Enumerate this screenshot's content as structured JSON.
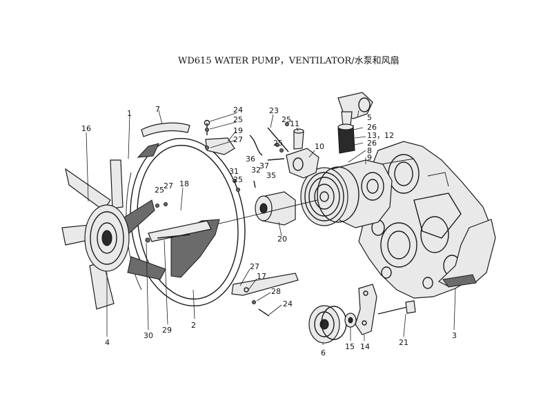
{
  "diagram": {
    "title": "WD615 WATER PUMP，VENTILATOR/水泵和风扇",
    "callouts": [
      {
        "id": "c1",
        "text": "1"
      },
      {
        "id": "c2",
        "text": "2"
      },
      {
        "id": "c3",
        "text": "3"
      },
      {
        "id": "c4",
        "text": "4"
      },
      {
        "id": "c5",
        "text": "5"
      },
      {
        "id": "c6",
        "text": "6"
      },
      {
        "id": "c7",
        "text": "7"
      },
      {
        "id": "c8",
        "text": "8"
      },
      {
        "id": "c9",
        "text": "9"
      },
      {
        "id": "c10",
        "text": "10"
      },
      {
        "id": "c11",
        "text": "11"
      },
      {
        "id": "c12",
        "text": "13，12"
      },
      {
        "id": "c14",
        "text": "14"
      },
      {
        "id": "c15",
        "text": "15"
      },
      {
        "id": "c16",
        "text": "16"
      },
      {
        "id": "c17",
        "text": "17"
      },
      {
        "id": "c18",
        "text": "18"
      },
      {
        "id": "c19",
        "text": "19"
      },
      {
        "id": "c20",
        "text": "20"
      },
      {
        "id": "c21",
        "text": "21"
      },
      {
        "id": "c23",
        "text": "23"
      },
      {
        "id": "c24a",
        "text": "24"
      },
      {
        "id": "c24b",
        "text": "24"
      },
      {
        "id": "c25a",
        "text": "25"
      },
      {
        "id": "c25b",
        "text": "25"
      },
      {
        "id": "c25c",
        "text": "25"
      },
      {
        "id": "c25d",
        "text": "25"
      },
      {
        "id": "c25e",
        "text": "25"
      },
      {
        "id": "c26a",
        "text": "26"
      },
      {
        "id": "c26b",
        "text": "26"
      },
      {
        "id": "c27a",
        "text": "27"
      },
      {
        "id": "c27b",
        "text": "27"
      },
      {
        "id": "c27c",
        "text": "27"
      },
      {
        "id": "c28",
        "text": "28"
      },
      {
        "id": "c29",
        "text": "29"
      },
      {
        "id": "c30",
        "text": "30"
      },
      {
        "id": "c31",
        "text": "31"
      },
      {
        "id": "c32",
        "text": "32"
      },
      {
        "id": "c35",
        "text": "35"
      },
      {
        "id": "c36",
        "text": "36"
      },
      {
        "id": "c37",
        "text": "37"
      }
    ]
  }
}
